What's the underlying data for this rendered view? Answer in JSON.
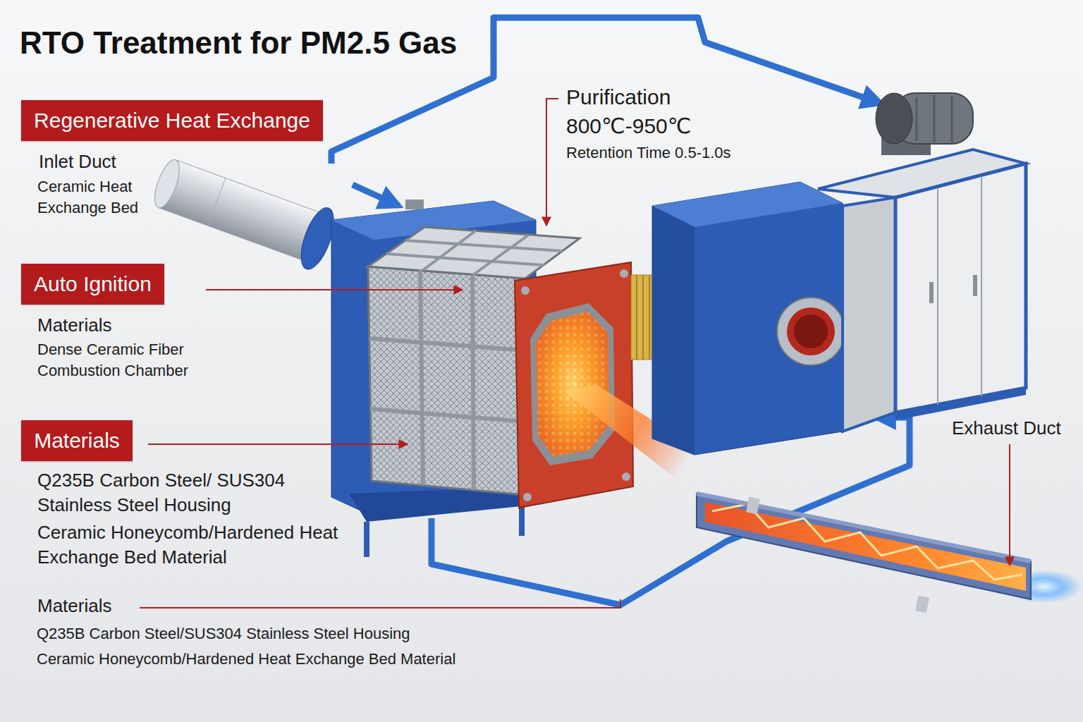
{
  "diagram": {
    "title": "RTO Treatment for PM2.5 Gas",
    "nodes": [
      {
        "text": [
          "Regenerative Heat Exchange"
        ]
      },
      {
        "text": [
          "Auto Ignition"
        ]
      },
      {
        "text": [
          "Materials"
        ]
      }
    ],
    "labels": [
      "Inlet Duct",
      "Ceramic Heat Exchange Bed",
      "Materials",
      "Dense Ceramic Fiber Combustion Chamber",
      "Q235B Carbon Steel/ SUS304 Stainless Steel Housing",
      "Ceramic Honeycomb/Hardened Heat Exchange Bed Material",
      "Materials",
      "Q235B Carbon Steel/SUS304 Stainless Steel Housing",
      "Ceramic Honeycomb/Hardened Heat Exchange Bed Material",
      "Purification",
      "800℃-950℃",
      "Retention Time 0.5-1.0s",
      "Exhaust Duct"
    ]
  }
}
